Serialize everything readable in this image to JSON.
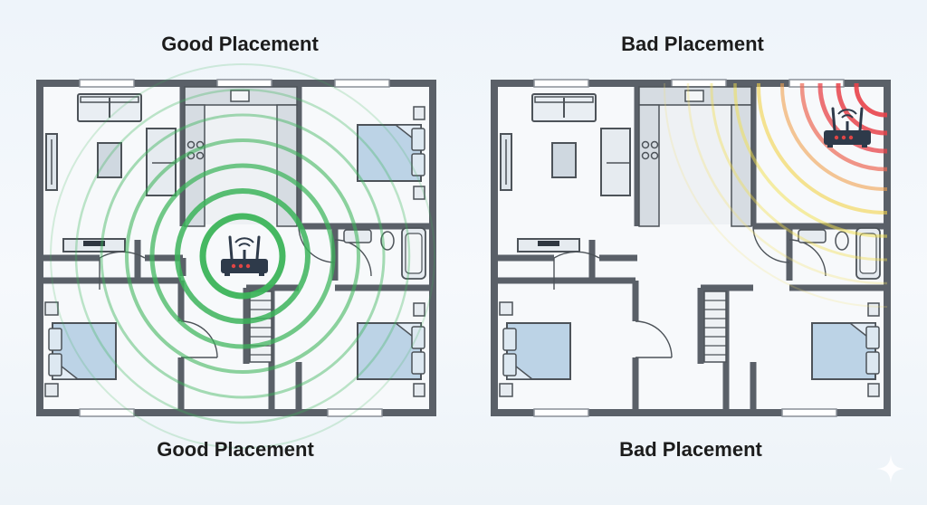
{
  "good_panel": {
    "title_top": "Good Placement",
    "title_bottom": "Good Placement",
    "signal_color": "#3cb45a"
  },
  "bad_panel": {
    "title_top": "Bad Placement",
    "title_bottom": "Bad Placement",
    "signal_colors": [
      "#e8434a",
      "#f2df4a"
    ]
  },
  "icons": {
    "router": "router-icon",
    "sparkle": "sparkle-icon"
  }
}
